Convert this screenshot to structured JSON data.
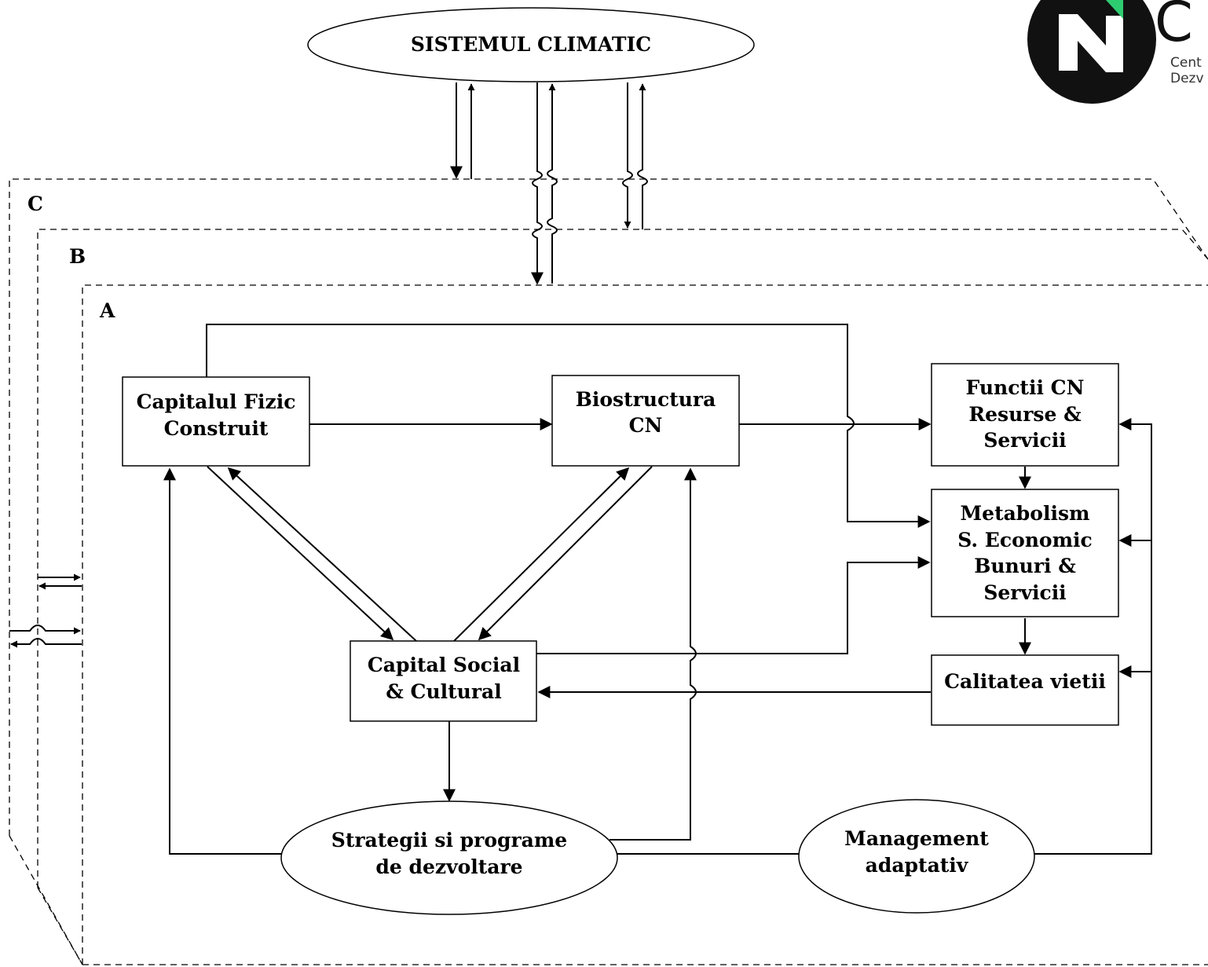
{
  "zones": {
    "c": "C",
    "b": "B",
    "a": "A"
  },
  "nodes": {
    "sistem": "SISTEMUL CLIMATIC",
    "capital_fizic": [
      "Capitalul Fizic",
      "Construit"
    ],
    "biostructura": [
      "Biostructura",
      "CN"
    ],
    "functii": [
      "Functii CN",
      "Resurse &",
      "Servicii"
    ],
    "metabolism": [
      "Metabolism",
      "S. Economic",
      "Bunuri &",
      "Servicii"
    ],
    "calitatea": "Calitatea vietii",
    "capital_social": [
      "Capital Social",
      "& Cultural"
    ],
    "strategii": [
      "Strategii si programe",
      "de dezvoltare"
    ],
    "management": [
      "Management",
      "adaptativ"
    ]
  },
  "logo": {
    "partial_text": "C",
    "line1": "Cent",
    "line2": "Dezv",
    "accent_color": "#2ecc71"
  }
}
